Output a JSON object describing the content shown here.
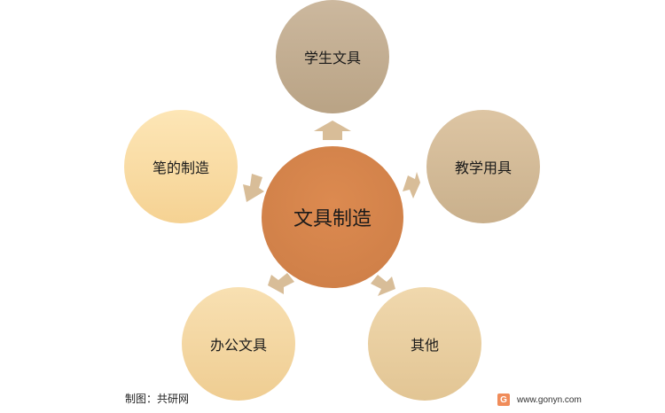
{
  "diagram": {
    "center": {
      "label": "文具制造"
    },
    "nodes": [
      {
        "label": "学生文具"
      },
      {
        "label": "教学用具"
      },
      {
        "label": "其他"
      },
      {
        "label": "办公文具"
      },
      {
        "label": "笔的制造"
      }
    ]
  },
  "footer": {
    "credit_label": "制图：",
    "credit_value": "共研网",
    "website": "www.gonyn.com",
    "logo_letter": "G"
  },
  "colors": {
    "center_fill_top": "#d9844a",
    "center_fill_bottom": "#c87a45",
    "node_top_top": "#c8b49a",
    "node_top_bottom": "#b8a184",
    "node_pale_top": "#fbe3b0",
    "node_pale_bottom": "#f3cf8c",
    "arrow": "#d8bd98"
  }
}
